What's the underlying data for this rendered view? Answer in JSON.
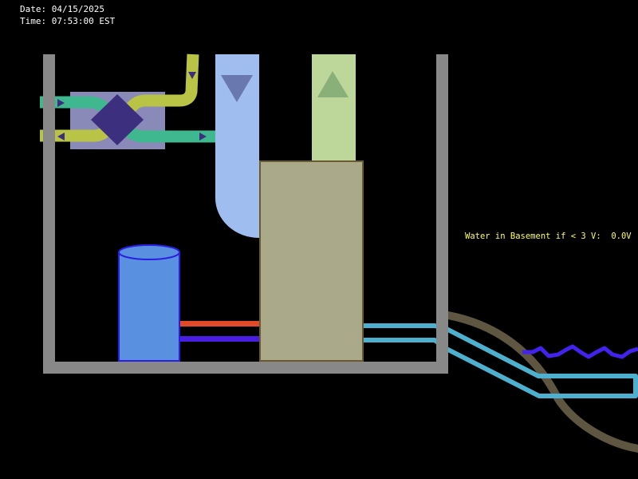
{
  "header": {
    "date_label": "Date:",
    "date_value": "04/15/2025",
    "time_label": "Time:",
    "time_value": "07:53:00 EST"
  },
  "sensor": {
    "label": "Water in Basement if < 3 V:",
    "value": "0.0V"
  },
  "colors": {
    "background": "#000000",
    "wall": "#888888",
    "duct_yellow": "#b9c345",
    "duct_green": "#3fb88f",
    "hrv_box": "#8a8ab8",
    "hrv_core": "#3c2f7e",
    "supply_plenum": "#9fbdef",
    "return_plenum": "#bdd79a",
    "furnace": "#aaa98a",
    "water_tank": "#5a90e0",
    "hot_pipe": "#e04a28",
    "cold_pipe": "#4a1ee0",
    "water_line": "#4eb0cf",
    "ground": "#5e5640",
    "groundwater": "#4422ee",
    "sensor_text": "#ffff55"
  }
}
